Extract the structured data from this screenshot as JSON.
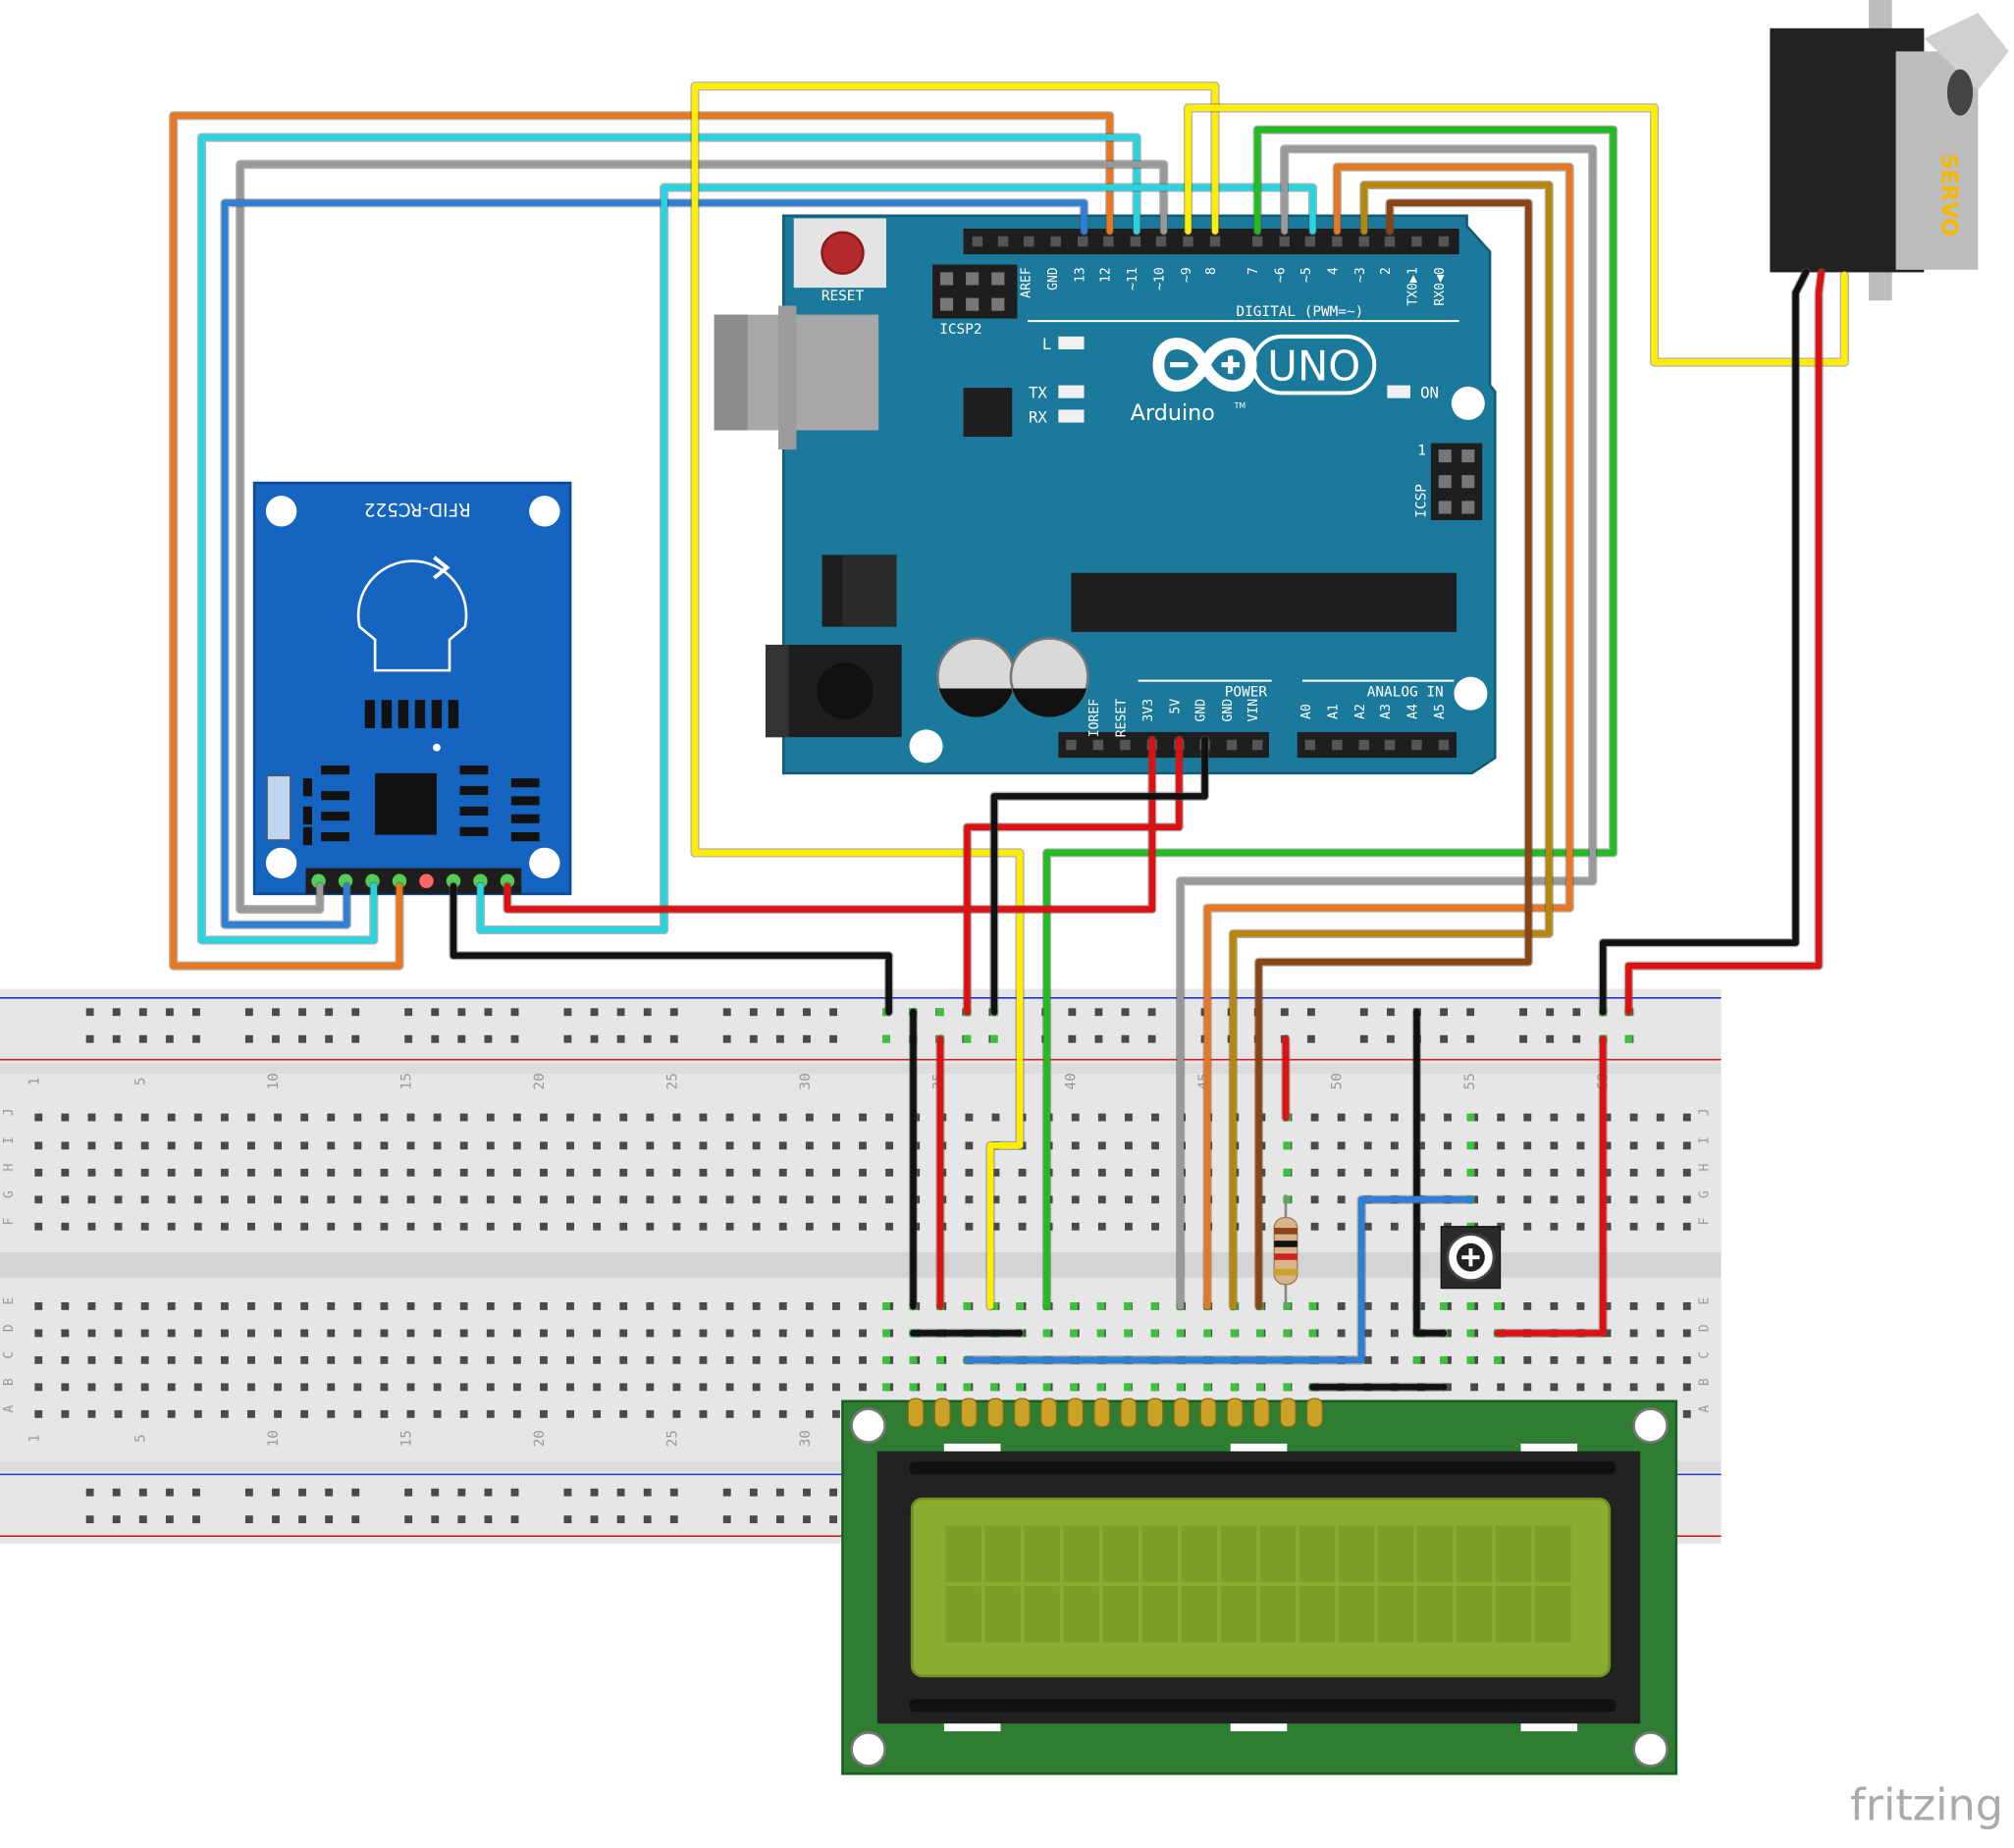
{
  "app": {
    "watermark": "fritzing"
  },
  "arduino": {
    "reset_label": "RESET",
    "icsp2_label": "ICSP2",
    "icsp_label": "ICSP",
    "icsp_pin1": "1",
    "led_l": "L",
    "led_tx": "TX",
    "led_rx": "RX",
    "on_label": "ON",
    "brand": "Arduino",
    "tm": "TM",
    "model": "UNO",
    "digital_label": "DIGITAL (PWM=~)",
    "power_label": "POWER",
    "analog_label": "ANALOG IN",
    "digital_pins": [
      "AREF",
      "GND",
      "13",
      "12",
      "~11",
      "~10",
      "~9",
      "8",
      "7",
      "~6",
      "~5",
      "4",
      "~3",
      "2",
      "TX0▶1",
      "RX0◀0"
    ],
    "power_pins": [
      "IOREF",
      "RESET",
      "3V3",
      "5V",
      "GND",
      "GND",
      "VIN"
    ],
    "analog_pins": [
      "A0",
      "A1",
      "A2",
      "A3",
      "A4",
      "A5"
    ]
  },
  "rfid": {
    "label": "RFID-RC522"
  },
  "servo": {
    "label": "SERVO"
  },
  "breadboard": {
    "col_numbers": [
      "1",
      "5",
      "10",
      "15",
      "20",
      "25",
      "30",
      "35",
      "40",
      "45",
      "50",
      "55",
      "60"
    ],
    "rows_top": [
      "J",
      "I",
      "H",
      "G",
      "F"
    ],
    "rows_bottom": [
      "E",
      "D",
      "C",
      "B",
      "A"
    ]
  },
  "colors": {
    "arduino_board": "#1b7a9c",
    "rfid_board": "#1565c0",
    "lcd_pcb": "#2e7d32",
    "lcd_screen": "#8aad2f",
    "breadboard": "#e6e6e6",
    "wire_orange": "#e87722",
    "wire_cyan": "#29d4e0",
    "wire_gray": "#999999",
    "wire_blue": "#2f7fd6",
    "wire_yellow": "#ffee00",
    "wire_green": "#22bb22",
    "wire_brown": "#8b4513",
    "wire_tan": "#b8860b",
    "wire_red": "#dd1111",
    "wire_black": "#111111"
  }
}
